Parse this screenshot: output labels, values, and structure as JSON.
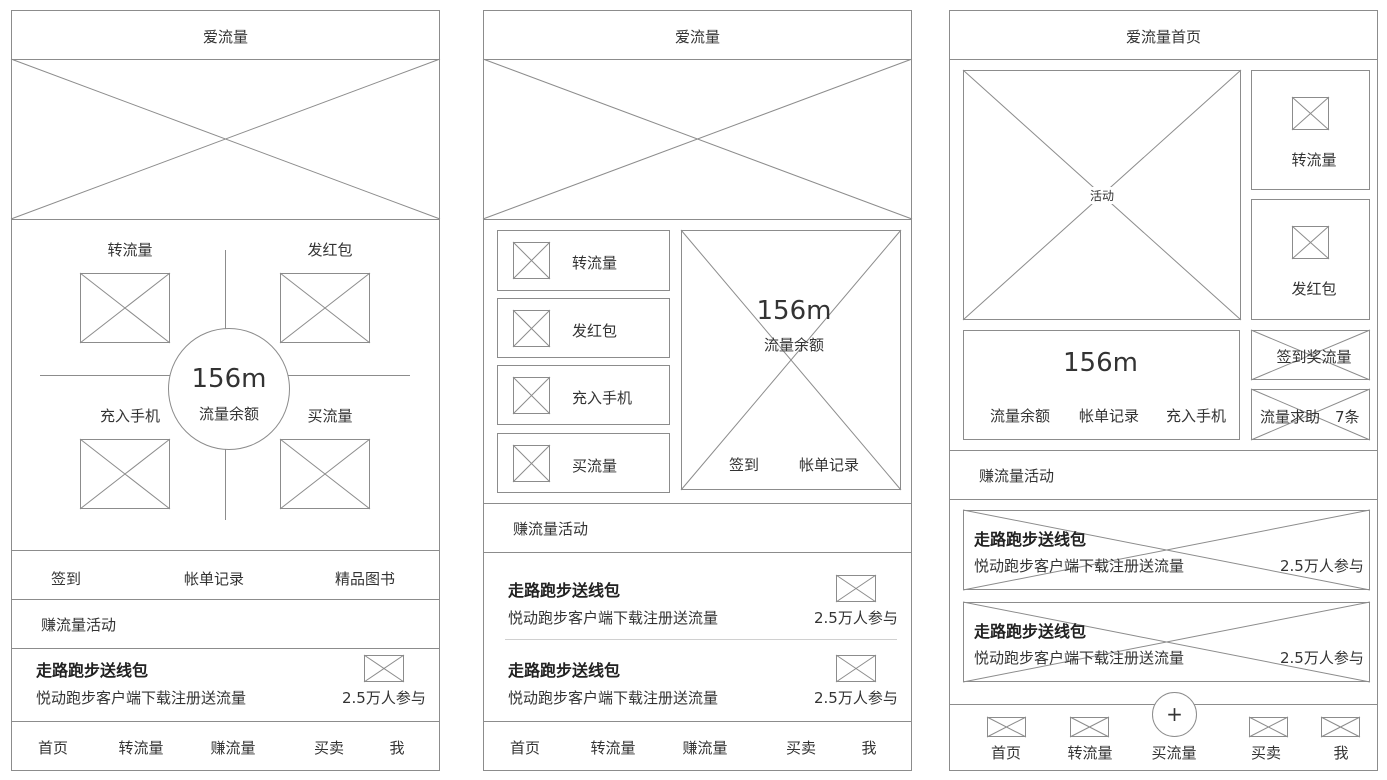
{
  "screen1": {
    "title": "爱流量",
    "quad": {
      "top_left": "转流量",
      "top_right": "发红包",
      "bottom_left": "充入手机",
      "bottom_right": "买流量"
    },
    "balance": {
      "value": "156m",
      "label": "流量余额"
    },
    "quick_links": [
      "签到",
      "帐单记录",
      "精品图书"
    ],
    "section_title": "赚流量活动",
    "activity": {
      "title": "走路跑步送线包",
      "desc": "悦动跑步客户端下载注册送流量",
      "count": "2.5万人参与"
    },
    "tabbar": [
      "首页",
      "转流量",
      "赚流量",
      "买卖",
      "我"
    ]
  },
  "screen2": {
    "title": "爱流量",
    "menu": [
      "转流量",
      "发红包",
      "充入手机",
      "买流量"
    ],
    "balance": {
      "value": "156m",
      "label": "流量余额",
      "checkin": "签到",
      "bill": "帐单记录"
    },
    "section_title": "赚流量活动",
    "activities": [
      {
        "title": "走路跑步送线包",
        "desc": "悦动跑步客户端下载注册送流量",
        "count": "2.5万人参与"
      },
      {
        "title": "走路跑步送线包",
        "desc": "悦动跑步客户端下载注册送流量",
        "count": "2.5万人参与"
      }
    ],
    "tabbar": [
      "首页",
      "转流量",
      "赚流量",
      "买卖",
      "我"
    ]
  },
  "screen3": {
    "title": "爱流量首页",
    "banner_label": "活动",
    "side_tiles": [
      "转流量",
      "发红包"
    ],
    "balance": {
      "value": "156m",
      "links": [
        "流量余额",
        "帐单记录",
        "充入手机"
      ]
    },
    "checkin_reward": "签到奖流量",
    "help": {
      "label": "流量求助",
      "count": "7条"
    },
    "section_title": "赚流量活动",
    "activities": [
      {
        "title": "走路跑步送线包",
        "desc": "悦动跑步客户端下载注册送流量",
        "count": "2.5万人参与"
      },
      {
        "title": "走路跑步送线包",
        "desc": "悦动跑步客户端下载注册送流量",
        "count": "2.5万人参与"
      }
    ],
    "tabbar": [
      "首页",
      "转流量",
      "买流量",
      "买卖",
      "我"
    ],
    "fab_icon": "plus-icon"
  }
}
